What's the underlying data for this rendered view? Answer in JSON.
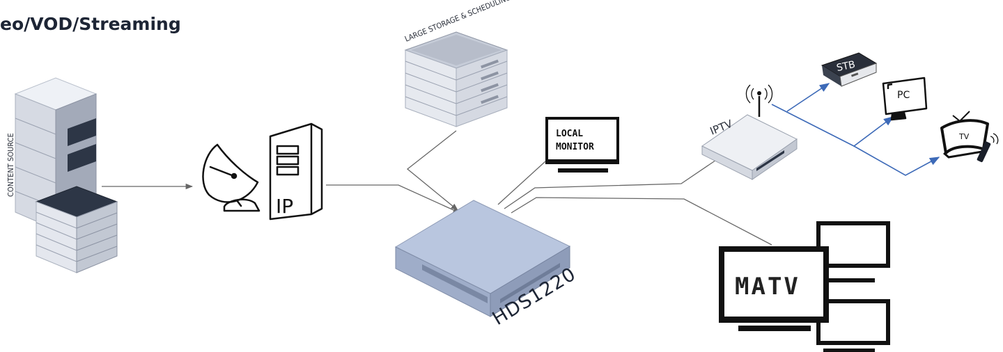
{
  "title": "eo/VOD/Streaming",
  "labels": {
    "content_source": "CONTENT SOURCE",
    "ip": "IP",
    "storage": "LARGE STORAGE  & SCHEDULING",
    "local_monitor_line1": "LOCAL",
    "local_monitor_line2": "MONITOR",
    "hds": "HDS1220",
    "iptv": "IPTV",
    "stb": "STB",
    "pc": "PC",
    "tv": "TV",
    "matv": "MATV"
  },
  "colors": {
    "title": "#1d2535",
    "server_dark": "#2d3646",
    "server_light": "#e9edf3",
    "hds_body": "#b7c4dd",
    "iptv_line": "#3d6ab8",
    "connector": "#666666"
  },
  "icons": [
    "server-rack-icon",
    "satellite-dish-icon",
    "ip-server-icon",
    "storage-stack-icon",
    "local-monitor-icon",
    "hds1220-device-icon",
    "iptv-router-icon",
    "stb-box-icon",
    "pc-monitor-icon",
    "tv-icon",
    "remote-control-icon",
    "matv-screens-icon"
  ]
}
